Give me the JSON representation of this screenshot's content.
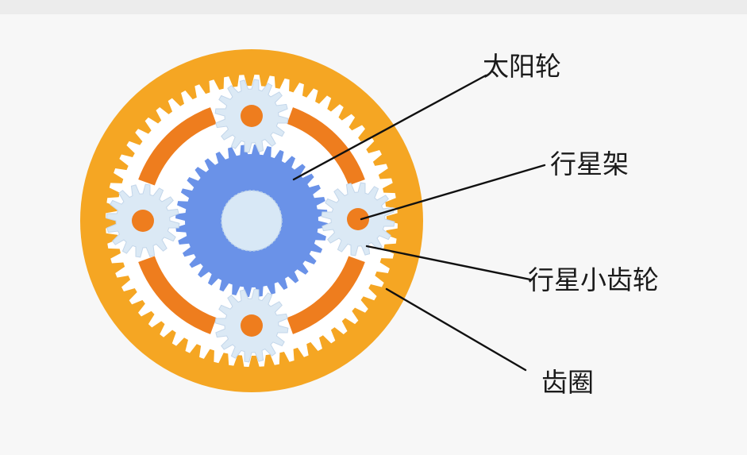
{
  "labels": {
    "sun_gear": "太阳轮",
    "planet_carrier": "行星架",
    "planet_gear": "行星小齿轮",
    "ring_gear": "齿圈"
  },
  "colors": {
    "ring_outer": "#f5a623",
    "ring_teeth": "#ffffff",
    "carrier_arc": "#ee7d1e",
    "sun_gear": "#6a92e8",
    "sun_hub": "#d8e8f6",
    "planet_gear": "#dbe9f5",
    "planet_hub": "#ee7d1e",
    "leader_line": "#111111"
  },
  "gears": {
    "ring_teeth": 60,
    "sun_teeth": 36,
    "planet_teeth": 16,
    "planet_count": 4
  }
}
